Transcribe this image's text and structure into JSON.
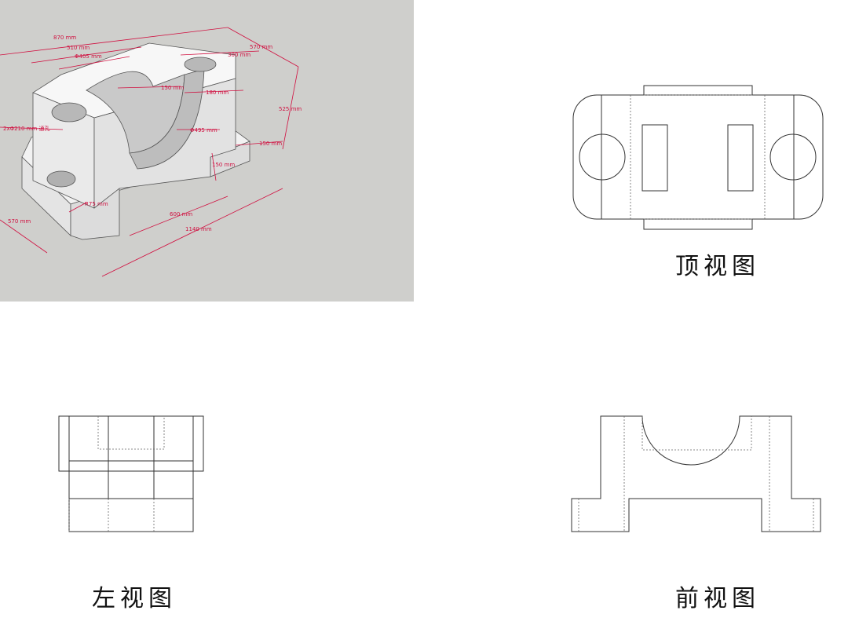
{
  "iso_dimensions": {
    "d870": "870 mm",
    "d510": "510 mm",
    "d405": "Φ405 mm",
    "d300": "300 mm",
    "d570a": "570 mm",
    "d150a": "150 mm",
    "d180": "180 mm",
    "d525": "525 mm",
    "d210": "2xΦ210 mm 通孔",
    "d495": "Φ495 mm",
    "d150b": "150 mm",
    "d150c": "150 mm",
    "d75": "R75 mm",
    "d600": "600 mm",
    "d570b": "570 mm",
    "d1140": "1140 mm"
  },
  "views": {
    "top": "顶视图",
    "left": "左视图",
    "front": "前视图"
  },
  "colors": {
    "background_iso": "#cfcfcc",
    "dimension": "#d01040",
    "line": "#333333"
  }
}
